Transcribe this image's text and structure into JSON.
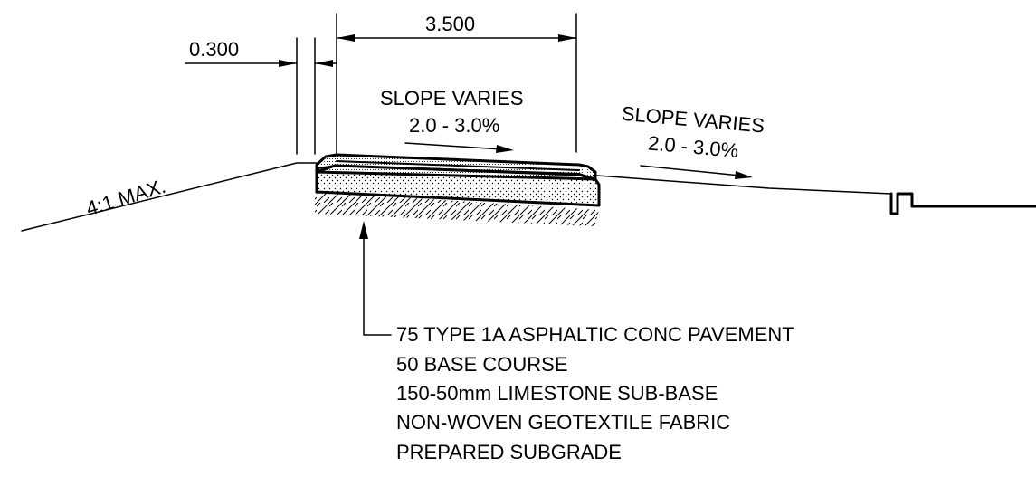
{
  "dimensions": {
    "width_label": "3.500",
    "offset_label": "0.300"
  },
  "slopes": {
    "path_slope_line1": "SLOPE VARIES",
    "path_slope_line2": "2.0 - 3.0%",
    "right_slope_line1": "SLOPE VARIES",
    "right_slope_line2": "2.0 - 3.0%",
    "side_slope": "4:1 MAX."
  },
  "layer_notes": [
    "75 TYPE 1A ASPHALTIC CONC PAVEMENT",
    "50 BASE COURSE",
    "150-50mm LIMESTONE SUB-BASE",
    "NON-WOVEN GEOTEXTILE FABRIC",
    "PREPARED SUBGRADE"
  ],
  "colors": {
    "line": "#000000",
    "background": "#ffffff"
  }
}
